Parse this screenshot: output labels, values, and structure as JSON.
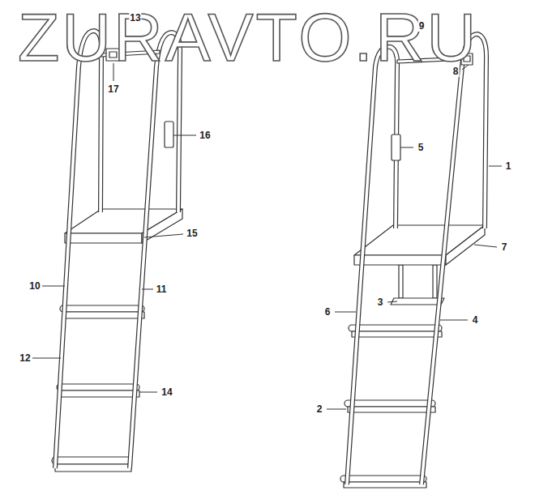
{
  "diagram": {
    "labels": [
      "ZURAVTO.RU",
      "13",
      "9",
      "17",
      "8",
      "16",
      "5",
      "1",
      "15",
      "7",
      "10",
      "11",
      "3",
      "6",
      "4",
      "12",
      "14",
      "2"
    ]
  }
}
